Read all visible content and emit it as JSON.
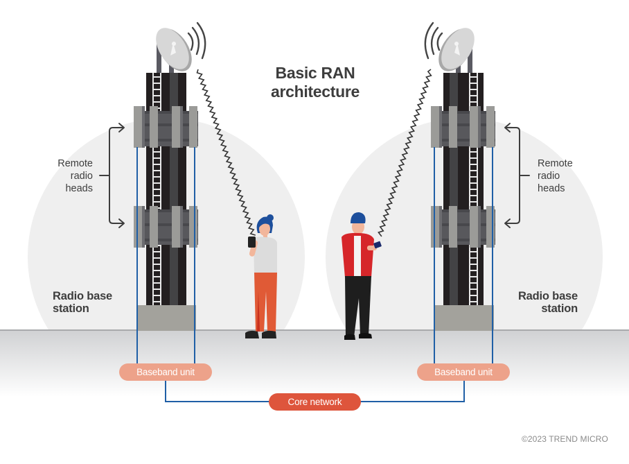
{
  "diagram": {
    "title_line1": "Basic RAN",
    "title_line2": "architecture",
    "left_station": {
      "rrh_label": [
        "Remote",
        "radio",
        "heads"
      ],
      "base_label": [
        "Radio base",
        "station"
      ],
      "baseband_label": "Baseband unit"
    },
    "right_station": {
      "rrh_label": [
        "Remote",
        "radio",
        "heads"
      ],
      "base_label": [
        "Radio base",
        "station"
      ],
      "baseband_label": "Baseband unit"
    },
    "core_label": "Core network",
    "copyright": "©2023 TREND MICRO",
    "users": [
      {
        "name": "woman-user",
        "description": "woman with phone"
      },
      {
        "name": "man-user",
        "description": "man with phone"
      }
    ],
    "colors": {
      "baseband": "#eda28a",
      "core": "#de553c",
      "link_line": "#1f5fa6",
      "tower_dark": "#231f20",
      "panel_gray": "#9b9b98",
      "circle_bg": "#efefef",
      "ground_top": "#d2d3d5",
      "text": "#3d3d3d"
    }
  }
}
